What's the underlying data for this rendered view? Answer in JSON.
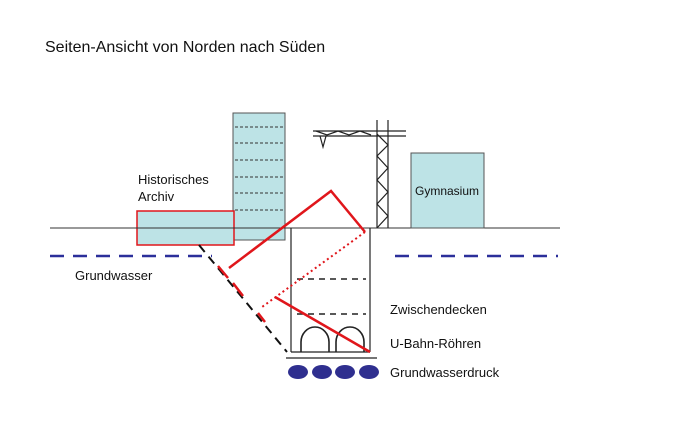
{
  "title": "Seiten-Ansicht von Norden nach Süden",
  "labels": {
    "archive_line1": "Historisches",
    "archive_line2": "Archiv",
    "groundwater": "Grundwasser",
    "school": "Gymnasium",
    "slabs": "Zwischendecken",
    "tubes": "U-Bahn-Röhren",
    "pressure": "Grundwasserdruck"
  },
  "colors": {
    "building": "#bde3e6",
    "collapse": "#e0161b",
    "water": "#2b2f9a",
    "ellipse": "#2f2f8f"
  }
}
